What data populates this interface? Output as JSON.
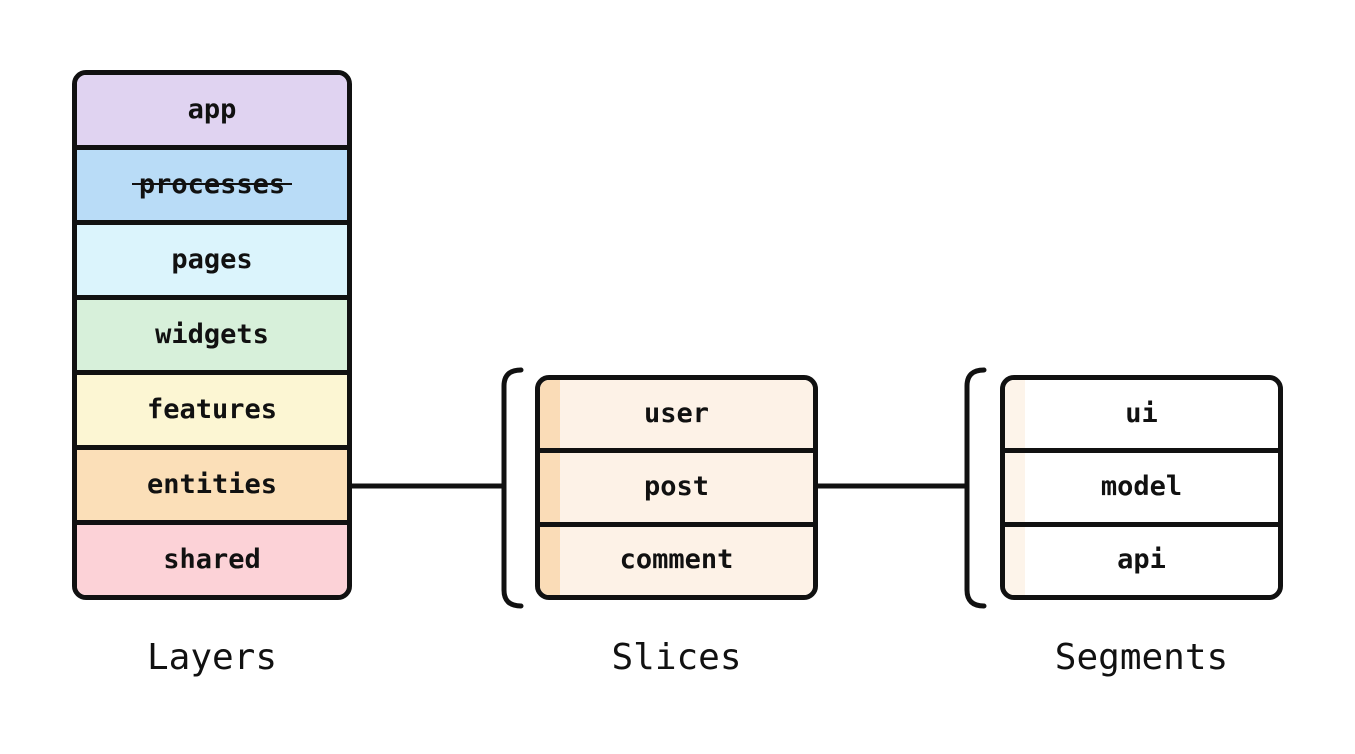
{
  "colors": {
    "ink": "#111111",
    "bg": "#ffffff",
    "slices_strip": "#fadcb7",
    "slices_body": "#fdf2e7",
    "segments_strip": "#fdf4ea",
    "segments_body": "#ffffff"
  },
  "layers": {
    "label": "Layers",
    "items": [
      {
        "label": "app",
        "color": "#e0d3f1",
        "deprecated": false
      },
      {
        "label": "processes",
        "color": "#b9dcf7",
        "deprecated": true
      },
      {
        "label": "pages",
        "color": "#dbf4fc",
        "deprecated": false
      },
      {
        "label": "widgets",
        "color": "#d7f0da",
        "deprecated": false
      },
      {
        "label": "features",
        "color": "#fcf6d3",
        "deprecated": false
      },
      {
        "label": "entities",
        "color": "#fbdfb8",
        "deprecated": false
      },
      {
        "label": "shared",
        "color": "#fcd2d7",
        "deprecated": false
      }
    ]
  },
  "slices": {
    "label": "Slices",
    "items": [
      {
        "label": "user"
      },
      {
        "label": "post"
      },
      {
        "label": "comment"
      }
    ]
  },
  "segments": {
    "label": "Segments",
    "items": [
      {
        "label": "ui"
      },
      {
        "label": "model"
      },
      {
        "label": "api"
      }
    ]
  }
}
